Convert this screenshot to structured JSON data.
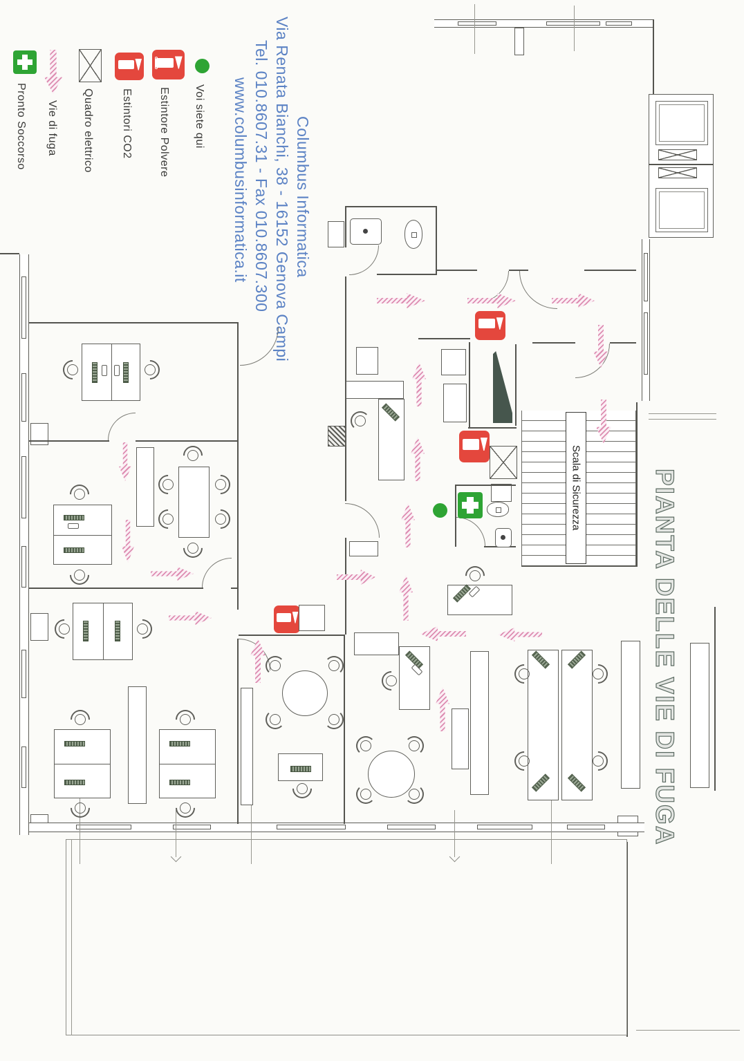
{
  "document": {
    "title": "PIANTA DELLE VIE DI FUGA",
    "stairs_label": "Scala di Sicurezza",
    "company": {
      "name": "Columbus Informatica",
      "address": "Via Renata Bianchi, 38  -  16152 Genova Campi",
      "phone_fax": "Tel. 010.8607.31 - Fax 010.8607.300",
      "website": "www.columbusinformatica.it"
    }
  },
  "legend": {
    "items": [
      {
        "id": "voi-siete-qui",
        "label": "Voi siete qui",
        "icon": "green-dot-icon"
      },
      {
        "id": "estintore-polvere",
        "label": "Estintore Polvere",
        "icon": "powder-extinguisher-icon"
      },
      {
        "id": "estintori-co2",
        "label": "Estintori CO2",
        "icon": "co2-extinguisher-icon"
      },
      {
        "id": "quadro-elettrico",
        "label": "Quadro elettrico",
        "icon": "electrical-panel-icon"
      },
      {
        "id": "vie-di-fuga",
        "label": "Vie di fuga",
        "icon": "escape-route-arrow-icon"
      },
      {
        "id": "pronto-soccorso",
        "label": "Pronto Soccorso",
        "icon": "first-aid-icon"
      }
    ]
  },
  "colors": {
    "extinguisher_red": "#e4473d",
    "safety_green": "#2ea434",
    "escape_arrow_pink": "#dd8db1",
    "company_text_blue": "#5b82c4",
    "plan_line": "#54544f"
  }
}
